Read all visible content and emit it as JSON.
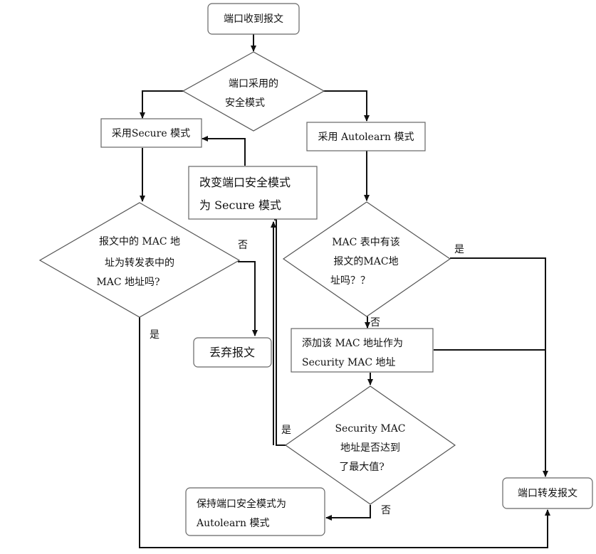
{
  "nodes": {
    "start": "端口收到报文",
    "decision_mode": [
      "端口采用的",
      "安全模式"
    ],
    "secure_mode": "采用Secure 模式",
    "autolearn_mode": "采用 Autolearn 模式",
    "change_mode": [
      "改变端口安全模式",
      "为 Secure 模式"
    ],
    "decision_mac_in_forward": [
      "报文中的 MAC 地",
      "址为转发表中的",
      "MAC 地址吗?"
    ],
    "decision_mac_table": [
      "MAC 表中有该",
      "报文的MAC地",
      "址吗？？"
    ],
    "discard": "丢弃报文",
    "add_security_mac": [
      "添加该 MAC 地址作为",
      "Security MAC 地址"
    ],
    "decision_max": [
      "Security    MAC",
      "地址是否达到",
      "了最大值?"
    ],
    "keep_mode": [
      "保持端口安全模式为",
      "Autolearn 模式"
    ],
    "forward": "端口转发报文"
  },
  "edge_labels": {
    "no_discard": "否",
    "yes_forward_left": "是",
    "yes_forward_right": "是",
    "no_add": "否",
    "yes_change": "是",
    "no_keep": "否"
  }
}
